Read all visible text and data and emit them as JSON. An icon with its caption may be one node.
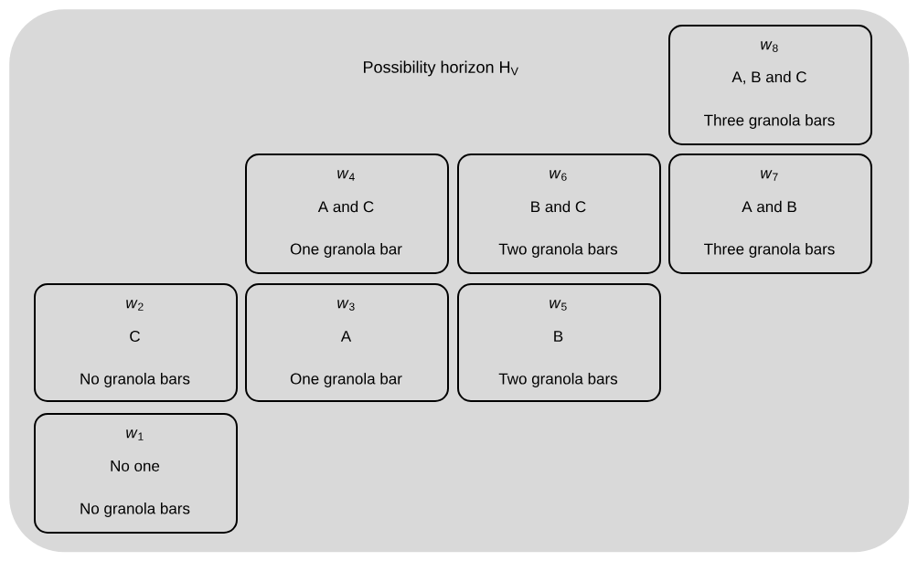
{
  "diagram": {
    "nodes": [
      {
        "text": [
          "Possibility horizon H$_{V}$"
        ]
      },
      {
        "text": [
          "*w*$_{8}$",
          "A, B and C",
          "Three granola bars"
        ],
        "in": 0
      },
      {
        "text": [
          "*w*$_{4}$",
          "A and C",
          "One granola bar"
        ],
        "in": 0
      },
      {
        "text": [
          "*w*$_{6}$",
          "B and C",
          "Two granola bars"
        ],
        "in": 0
      },
      {
        "text": [
          "*w*$_{7}$",
          "A and B",
          "Three granola bars"
        ],
        "in": 0
      },
      {
        "text": [
          "*w*$_{2}$",
          "C",
          "No granola bars"
        ],
        "in": 0
      },
      {
        "text": [
          "*w*$_{3}$",
          "A",
          "One granola bar"
        ],
        "in": 0
      },
      {
        "text": [
          "*w*$_{5}$",
          "B",
          "Two granola bars"
        ],
        "in": 0
      },
      {
        "text": [
          "*w*$_{1}$",
          "No one",
          "No granola bars"
        ],
        "in": 0
      }
    ]
  }
}
